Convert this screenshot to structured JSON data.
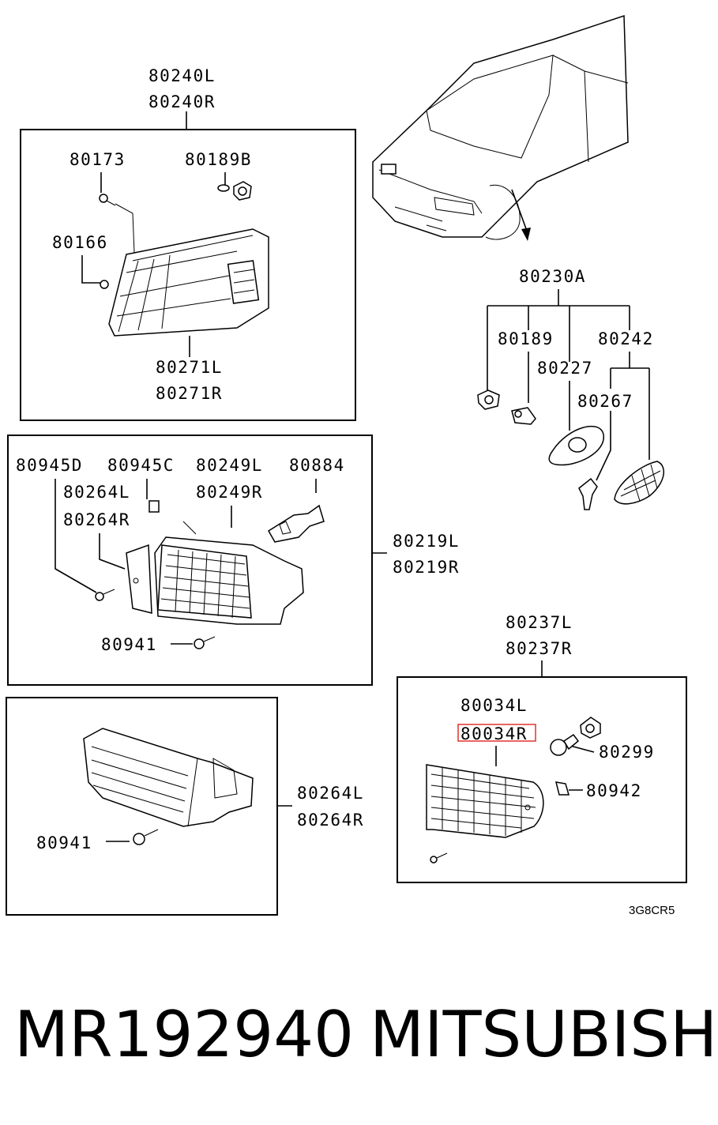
{
  "labels": {
    "a1": "80240L",
    "a2": "80240R",
    "a3": "80173",
    "a4": "80189B",
    "a5": "80166",
    "a6": "80271L",
    "a7": "80271R",
    "b1": "80230A",
    "b2": "80189",
    "b3": "80242",
    "b4": "80227",
    "b5": "80267",
    "c1": "80945D",
    "c2": "80945C",
    "c3": "80249L",
    "c4": "80884",
    "c5": "80264L",
    "c6": "80249R",
    "c7": "80264R",
    "c8": "80219L",
    "c9": "80219R",
    "c10": "80941",
    "d1": "80237L",
    "d2": "80237R",
    "d3": "80034L",
    "d4": "80034R",
    "d5": "80299",
    "d6": "80942",
    "e1": "80941",
    "e2": "80264L",
    "e3": "80264R"
  },
  "diagram_code": "3G8CR5",
  "footer": {
    "part_number": "MR192940",
    "brand": "MITSUBISHI"
  },
  "highlight": {
    "label": "80034R",
    "color": "#e0322f"
  }
}
